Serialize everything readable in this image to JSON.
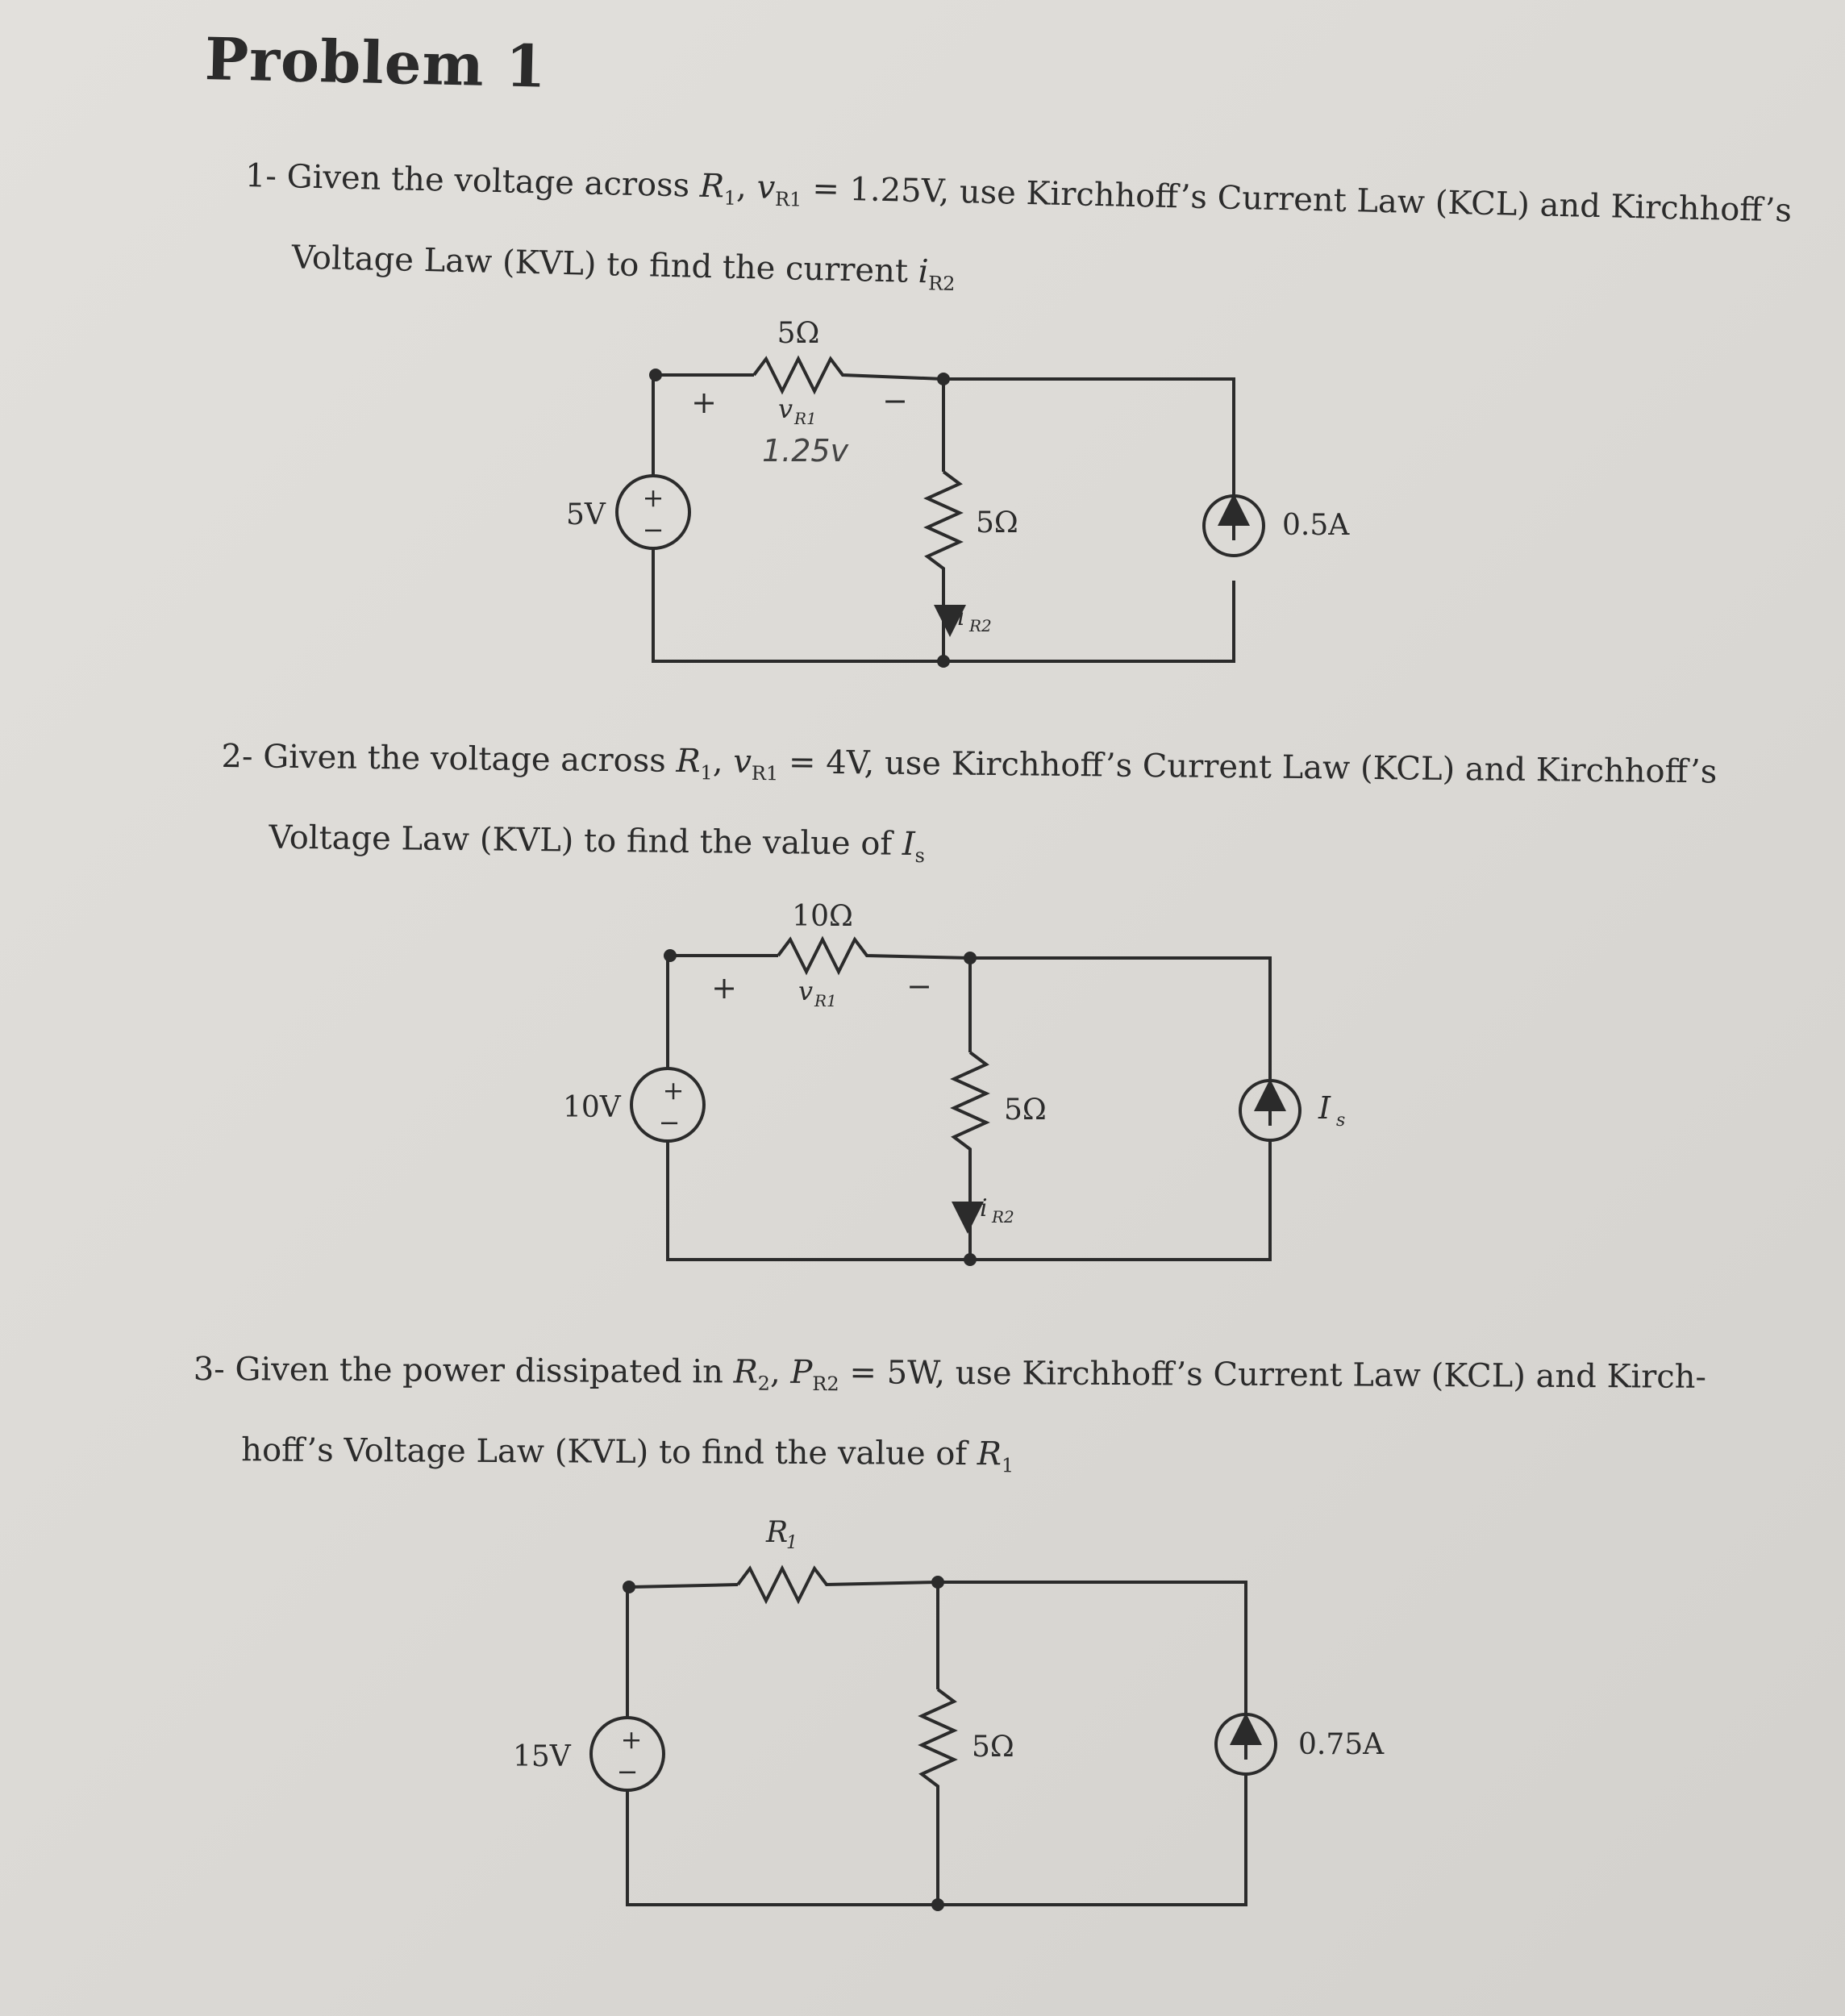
{
  "title": "Problem 1",
  "problems": [
    {
      "number": "1-",
      "text_a": "Given the voltage across ",
      "r1": "R",
      "r1_sub": "1",
      "sep": ", ",
      "v": "v",
      "v_sub": "R1",
      "eq": " = 1.25V, use Kirchhoff’s Current Law (KCL) and Kirchhoff’s",
      "line2": "Voltage Law (KVL) to find the current ",
      "target": "i",
      "target_sub": "R2",
      "circuit": {
        "r1_value": "5Ω",
        "r2_value": "5Ω",
        "vr1": "v",
        "vr1_sub": "R1",
        "handwritten": "1.25v",
        "source_v": "5V",
        "source_i": "0.5A",
        "ir2": "i",
        "ir2_sub": "R2",
        "plus": "+",
        "minus": "−"
      }
    },
    {
      "number": "2-",
      "text_a": "Given the voltage across ",
      "r1": "R",
      "r1_sub": "1",
      "sep": ", ",
      "v": "v",
      "v_sub": "R1",
      "eq": " = 4V, use Kirchhoff’s Current Law (KCL) and Kirchhoff’s",
      "line2": "Voltage Law (KVL) to find the value of ",
      "target": "I",
      "target_sub": "s",
      "circuit": {
        "r1_value": "10Ω",
        "r2_value": "5Ω",
        "vr1": "v",
        "vr1_sub": "R1",
        "source_v": "10V",
        "source_i": "I",
        "source_i_sub": "s",
        "ir2": "i",
        "ir2_sub": "R2",
        "plus": "+",
        "minus": "−"
      }
    },
    {
      "number": "3-",
      "text_a": "Given the power dissipated in ",
      "r2": "R",
      "r2_sub": "2",
      "sep": ", ",
      "p": "P",
      "p_sub": "R2",
      "eq": " = 5W, use Kirchhoff’s Current Law (KCL) and Kirch-",
      "line2": "hoff’s Voltage Law (KVL) to find the value of ",
      "target": "R",
      "target_sub": "1",
      "circuit": {
        "r1_label": "R",
        "r1_label_sub": "1",
        "r2_value": "5Ω",
        "source_v": "15V",
        "source_i": "0.75A"
      }
    }
  ]
}
